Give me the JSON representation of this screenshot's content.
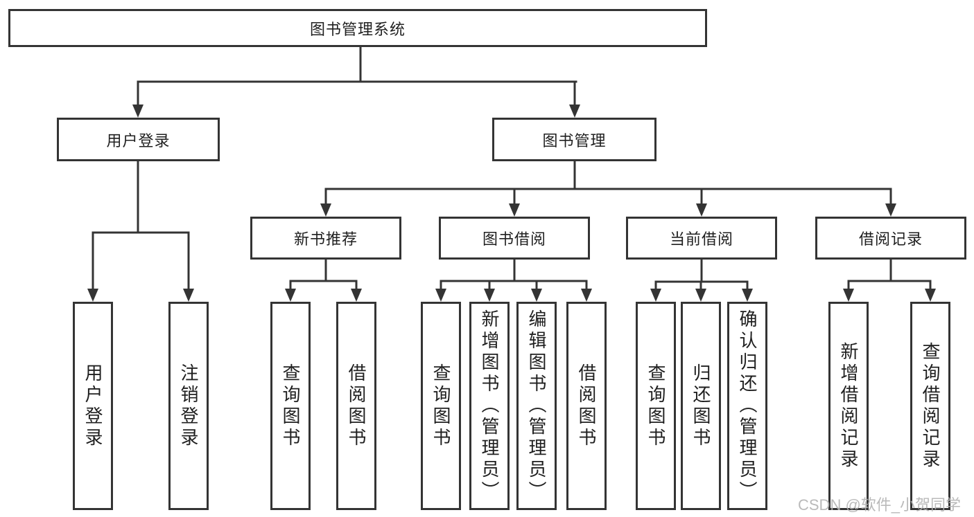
{
  "diagram": {
    "title_node": "图书管理系统",
    "level2": {
      "user_login": "用户登录",
      "book_mgmt": "图书管理"
    },
    "level3": {
      "new_books": "新书推荐",
      "book_borrow": "图书借阅",
      "current_borrow": "当前借阅",
      "borrow_records": "借阅记录"
    },
    "leaves": {
      "ul_login": "用户登录",
      "ul_logout": "注销登录",
      "nb_query": "查询图书",
      "nb_borrow": "借阅图书",
      "bb_query": "查询图书",
      "bb_add": "新增图书（管理员）",
      "bb_edit": "编辑图书（管理员）",
      "bb_borrow": "借阅图书",
      "cb_query": "查询图书",
      "cb_return": "归还图书",
      "cb_confirm": "确认归还（管理员）",
      "br_add": "新增借阅记录",
      "br_query": "查询借阅记录"
    },
    "watermark": "CSDN @软件_小贺同学",
    "colors": {
      "line": "#343434",
      "text": "#1f1f1f",
      "background": "#ffffff",
      "watermark": "#b3b3b3"
    }
  }
}
